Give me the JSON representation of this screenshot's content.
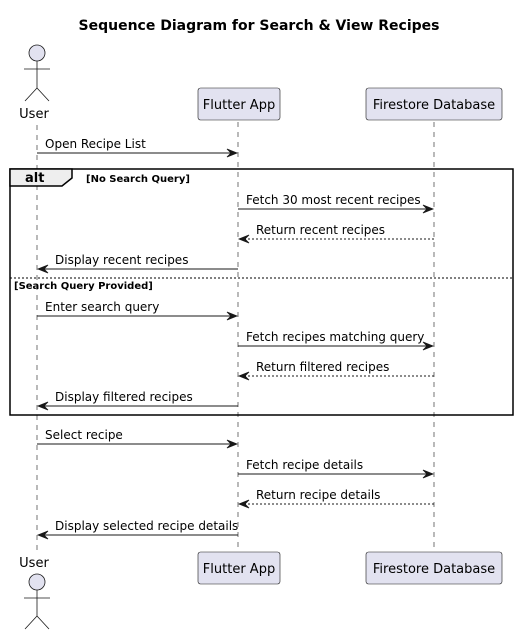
{
  "title": "Sequence Diagram for Search & View Recipes",
  "participants": {
    "user": "User",
    "app": "Flutter App",
    "db": "Firestore Database"
  },
  "alt": {
    "keyword": "alt",
    "guard1": "[No Search Query]",
    "guard2": "[Search Query Provided]"
  },
  "messages": [
    {
      "text": "Open Recipe List",
      "from": "user",
      "to": "app",
      "style": "solid"
    },
    {
      "text": "Fetch 30 most recent recipes",
      "from": "app",
      "to": "db",
      "style": "solid"
    },
    {
      "text": "Return recent recipes",
      "from": "db",
      "to": "app",
      "style": "dashed"
    },
    {
      "text": "Display recent recipes",
      "from": "app",
      "to": "user",
      "style": "solid"
    },
    {
      "text": "Enter search query",
      "from": "user",
      "to": "app",
      "style": "solid"
    },
    {
      "text": "Fetch recipes matching query",
      "from": "app",
      "to": "db",
      "style": "solid"
    },
    {
      "text": "Return filtered recipes",
      "from": "db",
      "to": "app",
      "style": "dashed"
    },
    {
      "text": "Display filtered recipes",
      "from": "app",
      "to": "user",
      "style": "solid"
    },
    {
      "text": "Select recipe",
      "from": "user",
      "to": "app",
      "style": "solid"
    },
    {
      "text": "Fetch recipe details",
      "from": "app",
      "to": "db",
      "style": "solid"
    },
    {
      "text": "Return recipe details",
      "from": "db",
      "to": "app",
      "style": "dashed"
    },
    {
      "text": "Display selected recipe details",
      "from": "app",
      "to": "user",
      "style": "solid"
    }
  ],
  "colors": {
    "participant_fill": "#E2E2F0",
    "line": "#181818"
  }
}
